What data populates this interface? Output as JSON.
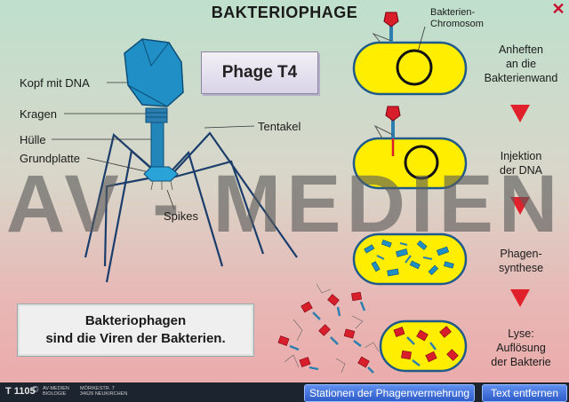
{
  "title": "BAKTERIOPHAGE",
  "close_icon": "close-x-icon",
  "phage_box": "Phage  T4",
  "labels": {
    "kopf": "Kopf  mit  DNA",
    "kragen": "Kragen",
    "huelle": "Hülle",
    "grundplatte": "Grundplatte",
    "tentakel": "Tentakel",
    "spikes": "Spikes",
    "chromosom": "Bakterien-\nChromosom"
  },
  "stages": [
    {
      "label": "Anheften\nan  die\nBakterienwand"
    },
    {
      "label": "Injektion\nder  DNA"
    },
    {
      "label": "Phagen-\nsynthese"
    },
    {
      "label": "Lyse:\nAuflösung\nder  Bakterie"
    }
  ],
  "summary": {
    "line1": "Bakteriophagen",
    "line2": "sind  die  Viren  der  Bakterien."
  },
  "watermark": "AV - MEDIEN",
  "footer": {
    "code": "T 1105",
    "copyright": "©",
    "publisher_line1": "AV-MEDIEN",
    "publisher_line2": "BIOLOGIE",
    "address_line1": "MÖRIKESTR. 7",
    "address_line2": "34626  NEUKIRCHEN",
    "button_stations": "Stationen der Phagenvermehrung",
    "button_remove": "Text entfernen"
  },
  "colors": {
    "phage_blue": "#1f8fc5",
    "bacterium_yellow": "#ffee00",
    "arrow_red": "#e0202a",
    "capsule_red": "#d81e2b"
  }
}
